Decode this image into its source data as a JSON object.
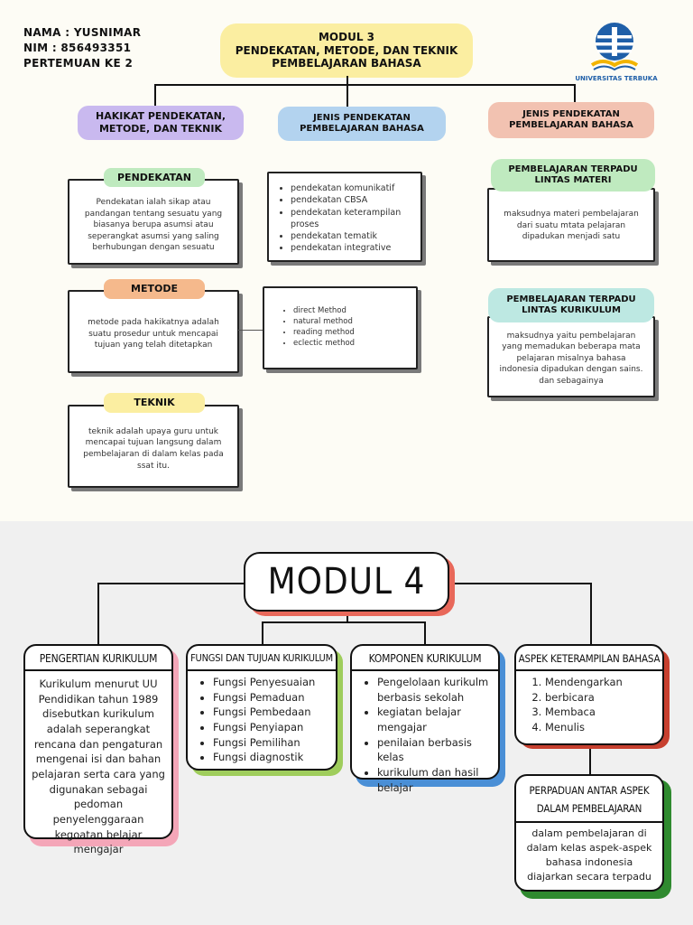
{
  "student": {
    "name": "NAMA : YUSNIMAR",
    "nim": "NIM : 856493351",
    "meeting": "PERTEMUAN KE 2"
  },
  "logo": {
    "caption": "UNIVERSITAS TERBUKA",
    "color": "#1f5fa8"
  },
  "modul3": {
    "title_line1": "MODUL 3",
    "title_line2": "PENDEKATAN, METODE, DAN TEKNIK",
    "title_line3": "PEMBELAJARAN BAHASA",
    "branch1": {
      "title": "HAKIKAT PENDEKATAN, METODE, DAN TEKNIK",
      "pendekatan_label": "PENDEKATAN",
      "pendekatan_text": "Pendekatan ialah sikap atau pandangan tentang sesuatu yang biasanya berupa asumsi atau seperangkat asumsi yang saling berhubungan dengan sesuatu",
      "metode_label": "METODE",
      "metode_text": "metode pada hakikatnya adalah suatu prosedur untuk mencapai tujuan yang telah ditetapkan",
      "teknik_label": "TEKNIK",
      "teknik_text": "teknik adalah upaya guru untuk mencapai tujuan langsung dalam pembelajaran di dalam kelas pada ssat itu."
    },
    "branch2": {
      "title": "JENIS PENDEKATAN PEMBELAJARAN BAHASA",
      "approaches": [
        "pendekatan komunikatif",
        "pendekatan CBSA",
        "pendekatan keterampilan proses",
        "pendekatan tematik",
        "pendekatan integrative"
      ],
      "methods": [
        "direct Method",
        "natural method",
        "reading method",
        "eclectic method"
      ]
    },
    "branch3": {
      "title": "JENIS PENDEKATAN PEMBELAJARAN BAHASA",
      "materi_label": "PEMBELAJARAN TERPADU LINTAS MATERI",
      "materi_text": "maksudnya materi pembelajaran dari suatu mtata pelajaran dipadukan menjadi satu",
      "kurikulum_label": "PEMBELAJARAN TERPADU LINTAS KURIKULUM",
      "kurikulum_text": "maksudnya yaitu pembelajaran yang memadukan beberapa mata pelajaran misalnya bahasa indonesia dipadukan dengan sains. dan sebagainya"
    }
  },
  "modul4": {
    "title": "MODUL 4",
    "pengertian": {
      "title": "PENGERTIAN KURIKULUM",
      "text": "Kurikulum menurut UU Pendidikan tahun 1989 disebutkan kurikulum adalah seperangkat rencana dan pengaturan mengenai isi dan bahan pelajaran serta cara yang digunakan sebagai pedoman penyelenggaraan kegoatan belajar mengajar"
    },
    "fungsi": {
      "title": "FUNGSI DAN TUJUAN KURIKULUM",
      "items": [
        "Fungsi Penyesuaian",
        "Fungsi Pemaduan",
        "Fungsi Pembedaan",
        "Fungsi Penyiapan",
        "Fungsi Pemilihan",
        "Fungsi diagnostik"
      ]
    },
    "komponen": {
      "title": "KOMPONEN KURIKULUM",
      "items": [
        "Pengelolaan kurikulm berbasis sekolah",
        "kegiatan belajar mengajar",
        "penilaian berbasis kelas",
        "kurikulum dan hasil belajar"
      ]
    },
    "aspek": {
      "title": "ASPEK KETERAMPILAN BAHASA",
      "items": [
        "Mendengarkan",
        "berbicara",
        "Membaca",
        "Menulis"
      ]
    },
    "perpaduan": {
      "title": "PERPADUAN ANTAR ASPEK DALAM PEMBELAJARAN",
      "text": "dalam pembelajaran di dalam kelas aspek-aspek bahasa indonesia diajarkan secara terpadu"
    }
  },
  "colors": {
    "title_yellow": "#fbeea1",
    "purple": "#c9b9ef",
    "blue": "#b3d3ef",
    "peach": "#f2c2b1",
    "green": "#bfeabf",
    "orange": "#f5b98c",
    "mint": "#bde8e2",
    "shadow_red": "#e8685a",
    "shadow_pink": "#f4a6b8",
    "shadow_lime": "#9fcd5c",
    "shadow_blue": "#4a8fd6",
    "shadow_darkred": "#c7402f",
    "shadow_green": "#2f8a2f"
  }
}
